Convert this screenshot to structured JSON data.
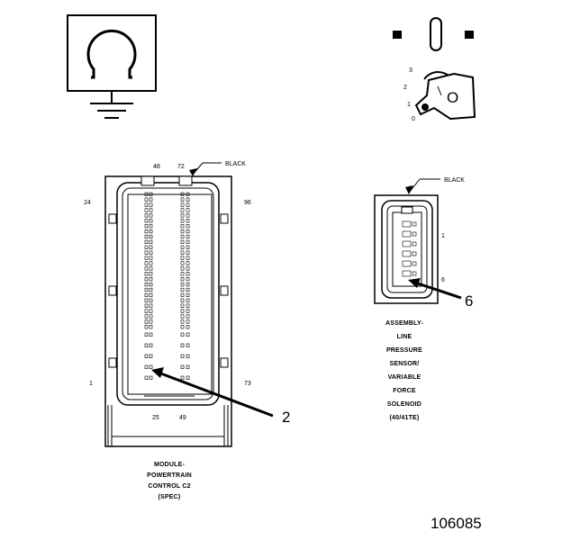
{
  "ground_symbol": {
    "icon": "ohm-ground-icon"
  },
  "ignition": {
    "icon": "ignition-key-icon",
    "positions": [
      "3",
      "2",
      "1",
      "0"
    ],
    "key_label": "O"
  },
  "pcm_connector": {
    "pins": {
      "top_left": "48",
      "top_right": "72",
      "left_top": "24",
      "right_top": "96",
      "left_bottom": "1",
      "right_bottom": "73",
      "bottom_left": "25",
      "bottom_right": "49"
    },
    "color_label": "BLACK",
    "callout": "2",
    "caption": [
      "MODULE-",
      "POWERTRAIN",
      "CONTROL C2",
      "(SPEC)"
    ]
  },
  "sensor_connector": {
    "pins": {
      "top": "1",
      "bottom": "6"
    },
    "color_label": "BLACK",
    "callout": "6",
    "caption": [
      "ASSEMBLY-",
      "LINE",
      "PRESSURE",
      "SENSOR/",
      "VARIABLE",
      "FORCE",
      "SOLENOID",
      "(40/41TE)"
    ]
  },
  "figure_id": "106085"
}
